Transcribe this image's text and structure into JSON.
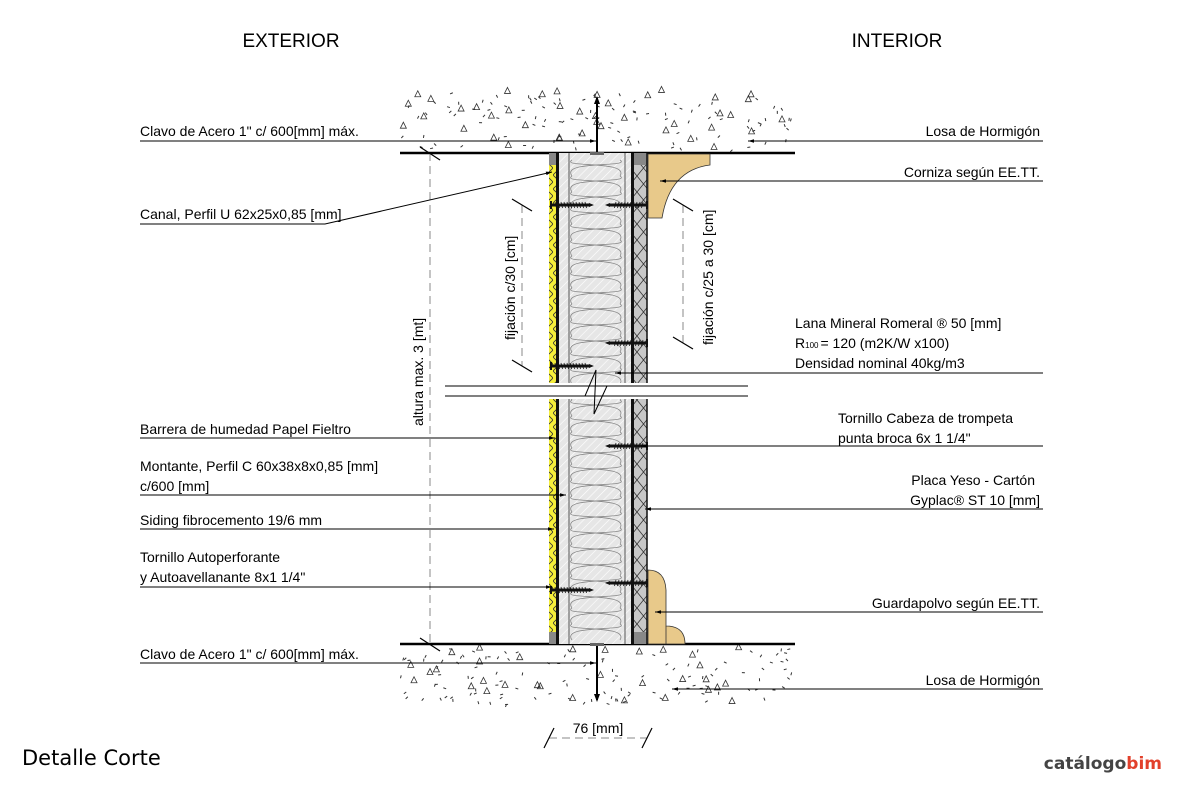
{
  "headers": {
    "exterior": "EXTERIOR",
    "interior": "INTERIOR"
  },
  "title": "Detalle Corte",
  "logo": {
    "part1": "catálogo",
    "part2": "bim",
    "color1": "#444444",
    "color2": "#e2402b"
  },
  "colors": {
    "siding": "#f5ee3a",
    "wood": "#e8c98a",
    "gypsum": "#c8c8c8",
    "stud": "#e6e6e6"
  },
  "labels_left": {
    "nail_top": "Clavo de Acero 1\" c/ 600[mm] máx.",
    "channel": "Canal, Perfil U 62x25x0,85 [mm]",
    "barrier": "Barrera de humedad Papel Fieltro",
    "stud_1": "Montante, Perfil C 60x38x8x0,85 [mm]",
    "stud_2": "c/600 [mm]",
    "siding": "Siding fibrocemento 19/6 mm",
    "screw_1": "Tornillo Autoperforante",
    "screw_2": "y Autoavellanante 8x1 1/4\"",
    "nail_bottom": "Clavo de Acero 1\" c/ 600[mm] máx."
  },
  "labels_right": {
    "slab_top": "Losa de Hormigón",
    "cornice": "Corniza según EE.TT.",
    "wool_1": "Lana Mineral Romeral  ® 50 [mm]",
    "wool_2_r": "R",
    "wool_2_sub": "100",
    "wool_2_rest": "= 120 (m2K/W x100)",
    "wool_3": "Densidad nominal 40kg/m3",
    "tscrew_1": "Tornillo  Cabeza de trompeta",
    "tscrew_2": "punta broca 6x 1 1/4\"",
    "board_1": "Placa Yeso - Cartón",
    "board_2": "Gyplac® ST 10 [mm]",
    "baseboard": "Guardapolvo según EE.TT.",
    "slab_bottom": "Losa de Hormigón"
  },
  "dimensions": {
    "height": "altura max. 3 [mt]",
    "fix_ext": "fijación c/30 [cm]",
    "fix_int": "fijación c/25 a 30 [cm]",
    "width": "76 [mm]"
  }
}
